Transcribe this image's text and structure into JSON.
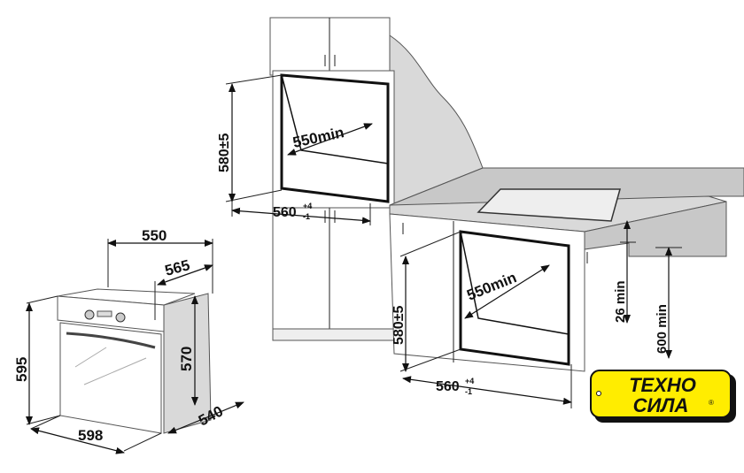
{
  "oven_dimensions": {
    "depth_total": "550",
    "depth_with_panel": "565",
    "height": "595",
    "body_height": "570",
    "width": "598",
    "body_depth": "540"
  },
  "upper_niche": {
    "height": "580±5",
    "depth": "550min",
    "width": "560",
    "width_tol_plus": "+4",
    "width_tol_minus": "-1"
  },
  "lower_niche": {
    "height": "580±5",
    "depth": "550min",
    "width": "560",
    "width_tol_plus": "+4",
    "width_tol_minus": "-1",
    "gap_to_counter": "26 min",
    "counter_height": "600 min"
  },
  "logo": {
    "line1": "ТЕХНО",
    "line2": "СИЛА",
    "mark": "®",
    "color": "#ffed00"
  }
}
